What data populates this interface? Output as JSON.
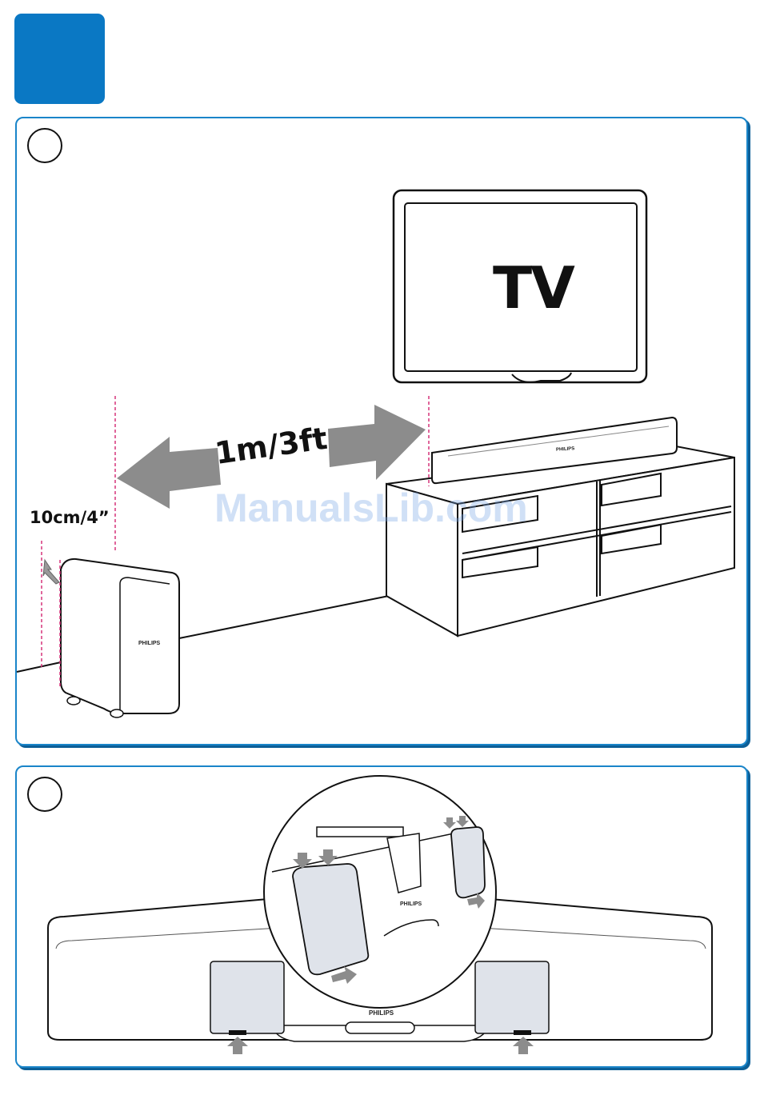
{
  "tv_label": "TV",
  "distance_label": "1m/3ft",
  "gap_label": "10cm/4”",
  "brand_name": "PHILIPS",
  "watermark": "ManualsLib.com",
  "colors": {
    "accent_blue": "#0a78c4",
    "panel_border": "#1a85c9",
    "guide_line": "#d6337a",
    "arrow_grey": "#8c8c8c",
    "bracket_fill": "#dfe3ea"
  },
  "icons": {
    "step_1": "circle-outline",
    "step_2": "circle-outline",
    "distance": "double-arrow",
    "insert": "up-arrow"
  }
}
